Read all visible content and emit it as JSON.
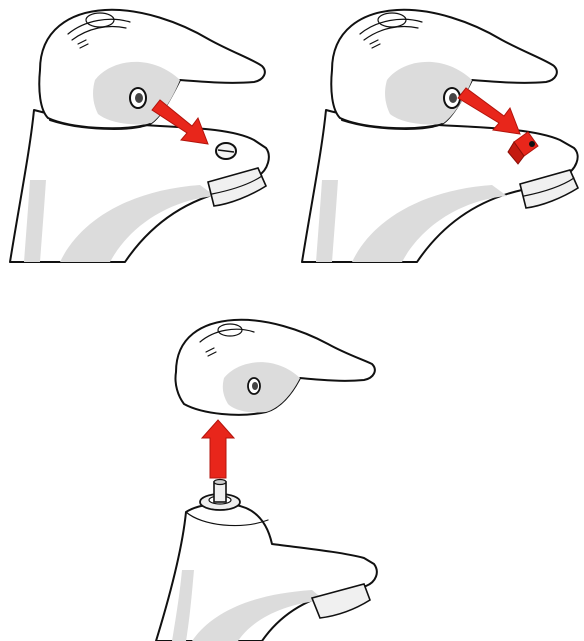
{
  "colors": {
    "arrow": "#e8261b",
    "arrow_dark": "#b3140c",
    "outline": "#111111",
    "shade": "#dcdcdc",
    "background": "#ffffff"
  },
  "steps": [
    {
      "icon": "remove-screw-cap",
      "arrow_direction": "down-right"
    },
    {
      "icon": "insert-hex-key",
      "arrow_direction": "down-right"
    },
    {
      "icon": "lift-lever-off",
      "arrow_direction": "up"
    }
  ]
}
